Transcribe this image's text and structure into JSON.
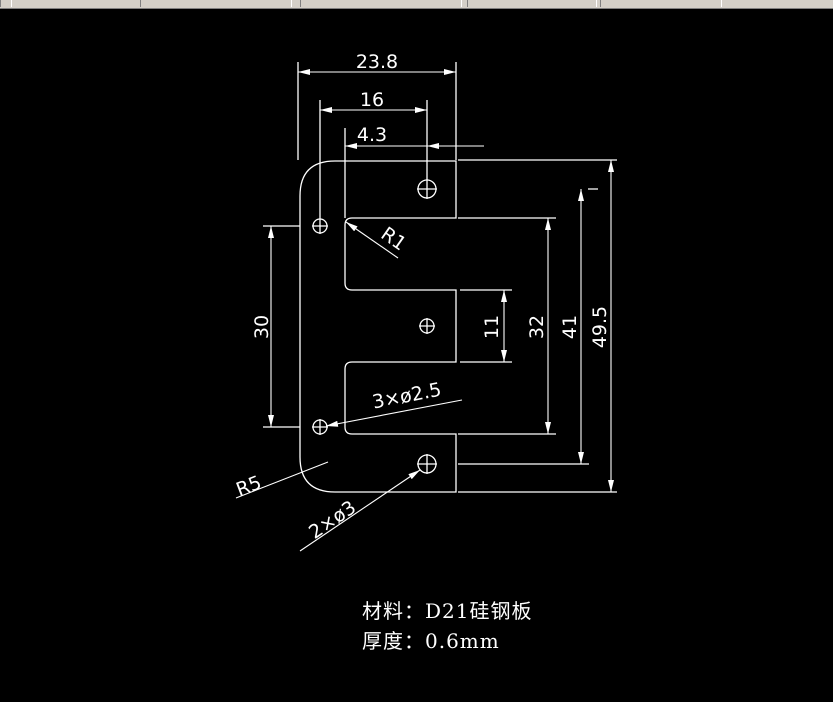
{
  "drawing": {
    "dimensions": {
      "overall_width": "23.8",
      "hole_offset_x": "16",
      "slot_offset_x": "4.3",
      "radius_inner": "R1",
      "radius_outer": "R5",
      "height_left": "30",
      "tab_height": "11",
      "inner_height": "32",
      "slot_height": "41",
      "overall_height": "49.5",
      "small_holes": "3×ø2.5",
      "large_holes": "2×ø3"
    },
    "notes": {
      "material": "材料：D21硅钢板",
      "thickness": "厚度：0.6mm"
    }
  },
  "colors": {
    "background": "#000000",
    "lines": "#ffffff"
  }
}
